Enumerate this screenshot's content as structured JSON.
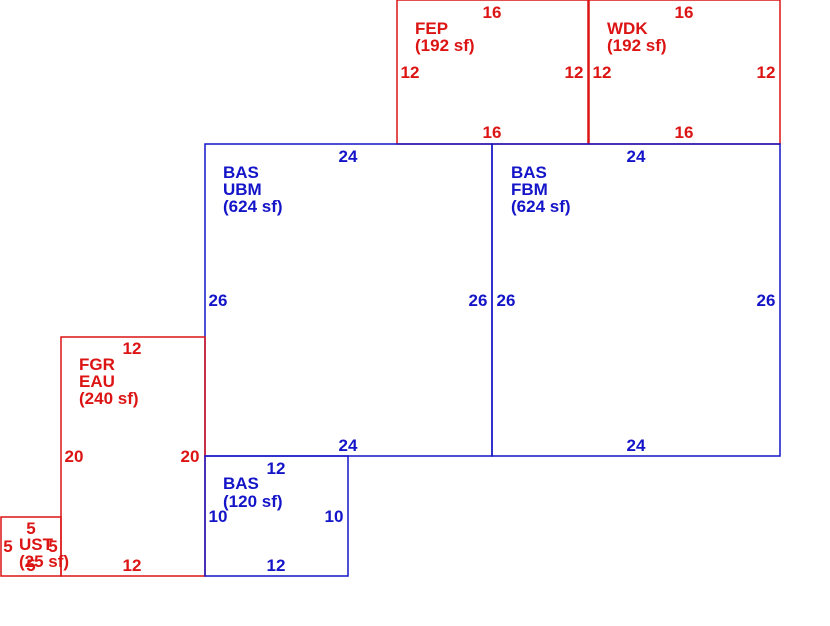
{
  "colors": {
    "living": "#1414c8",
    "other": "#dc1414"
  },
  "areas": {
    "fep": {
      "lines": [
        "FEP",
        "(192 sf)"
      ],
      "dims": [
        "16",
        "16",
        "12",
        "12"
      ]
    },
    "wdk": {
      "lines": [
        "WDK",
        "(192 sf)"
      ],
      "dims": [
        "16",
        "16",
        "12",
        "12"
      ]
    },
    "bas_ubm": {
      "lines": [
        "BAS",
        "UBM",
        "(624 sf)"
      ],
      "dims": [
        "24",
        "24",
        "26",
        "26"
      ]
    },
    "bas_fbm": {
      "lines": [
        "BAS",
        "FBM",
        "(624 sf)"
      ],
      "dims": [
        "24",
        "24",
        "26",
        "26"
      ]
    },
    "fgr_eau": {
      "lines": [
        "FGR",
        "EAU",
        "(240 sf)"
      ],
      "dims": [
        "12",
        "12",
        "20",
        "20"
      ]
    },
    "bas_small": {
      "lines": [
        "BAS",
        "(120 sf)"
      ],
      "dims": [
        "12",
        "12",
        "10",
        "10"
      ]
    },
    "ust": {
      "lines": [
        "UST",
        "(25 sf)"
      ],
      "dims": [
        "5",
        "5",
        "5",
        "5"
      ]
    }
  }
}
